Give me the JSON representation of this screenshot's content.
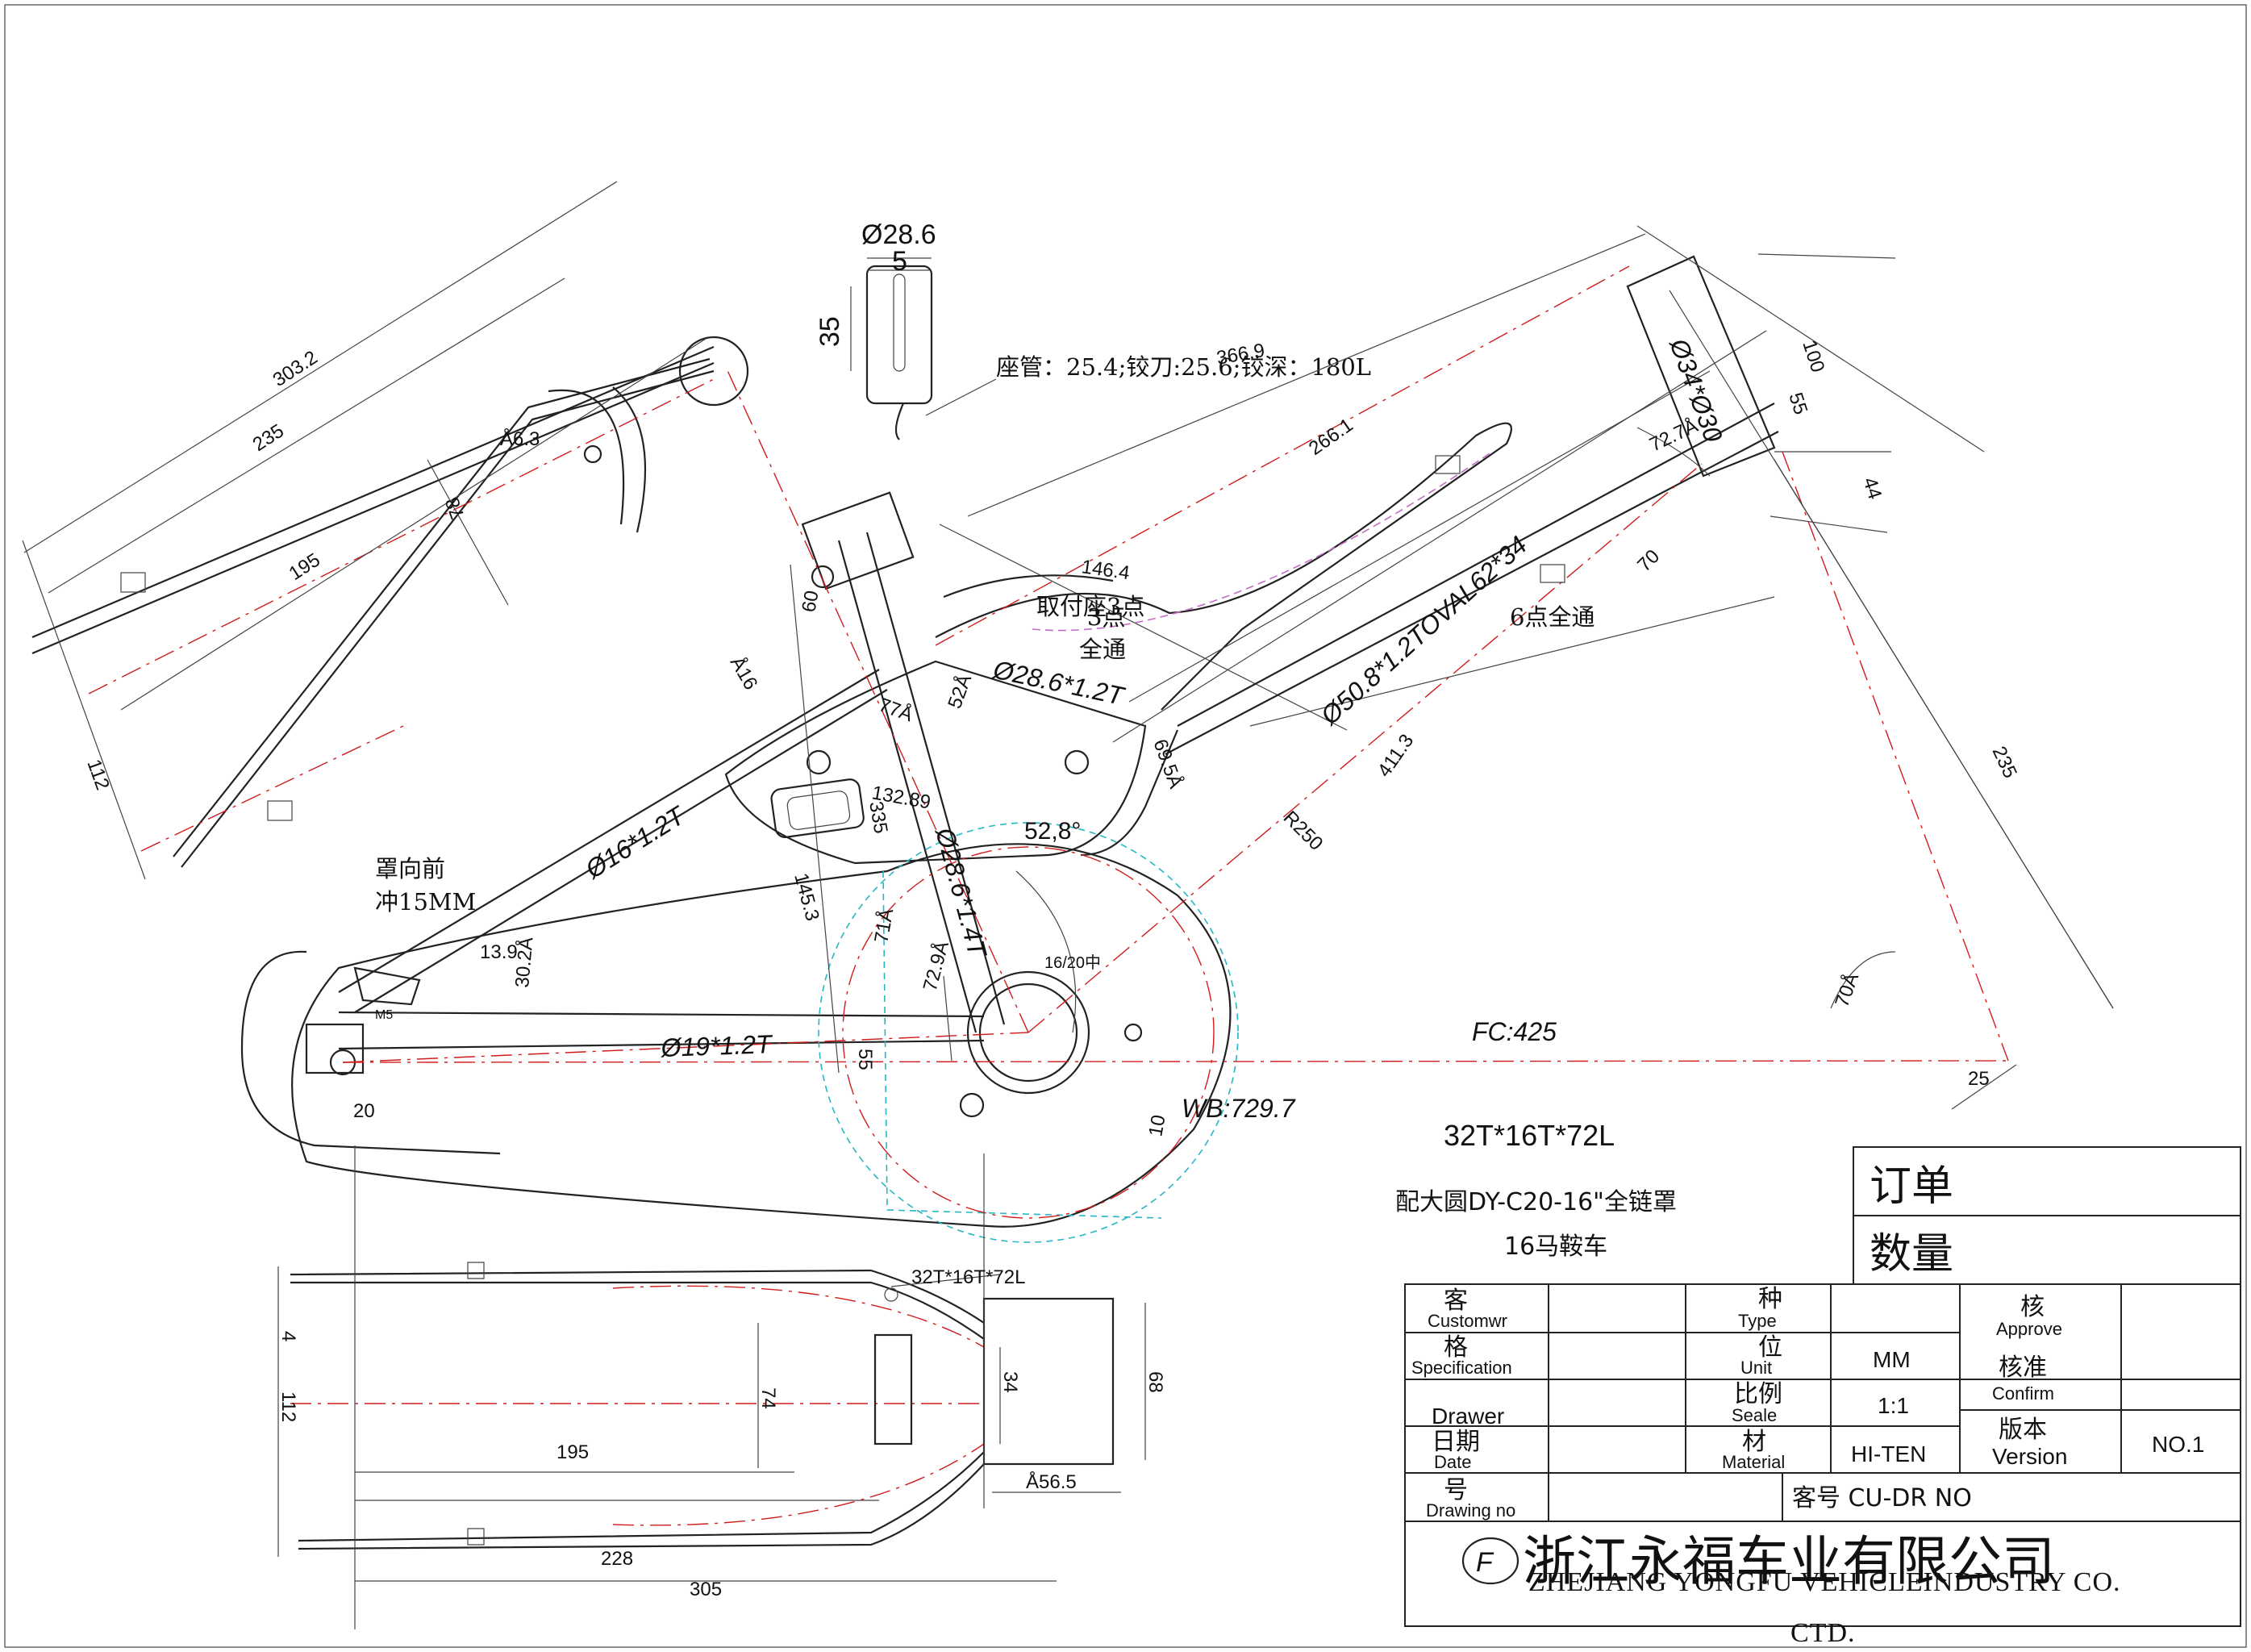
{
  "seat_tube_detail": {
    "diameter": "Ø28.6",
    "width": "5",
    "height": "35",
    "note": "座管：25.4;铰刀:25.6;铰深：180L",
    "angle": "366.9"
  },
  "side_dims": {
    "d303": "303.2",
    "d235a": "235",
    "d195a": "195",
    "d78": "78",
    "r63": "Å6.3",
    "d112a": "112",
    "d146": "146.4",
    "d60": "60",
    "d266": "266.1",
    "d100": "100",
    "d55": "55",
    "d44": "44",
    "d70": "70",
    "d411": "411.3",
    "d235b": "235",
    "d25": "25",
    "d10": "10",
    "a727": "72.7Å",
    "a16": "Å16",
    "a77": "77Å",
    "a52": "52Å",
    "a695": "69.5Å",
    "a71": "71Å",
    "a729": "72.9Å",
    "a70": "70Å",
    "a302": "30.2Å",
    "a528": "52,8°",
    "d139": "13.9",
    "d20": "20",
    "d55b": "55",
    "d1453": "145.3",
    "d13289": "132.89",
    "d335": "335",
    "r250": "R250",
    "m5": "M5",
    "cog": "16/20中"
  },
  "tubes": {
    "head": "Ø34*Ø30",
    "down": "Ø50.8*1.2TOVAL62*34",
    "top": "Ø28.6*1.2T",
    "seat": "Ø28.6*1.4T",
    "seatstay": "Ø16*1.2T",
    "chainstay": "Ø19*1.2T",
    "fc": "FC:425",
    "wb": "WB:729.7"
  },
  "notes": {
    "holes6": "6点全通",
    "holes3a": "3点",
    "holes3b": "全通",
    "bracket": "取付座3点",
    "punch1": "罩向前",
    "punch2": "冲15MM",
    "gear": "32T*16T*72L",
    "model1": "配大圆DY-C20-16\"全链罩",
    "model2": "16马鞍车"
  },
  "top_view": {
    "gear": "32T*16T*72L",
    "d4": "4",
    "d112": "112",
    "d74": "74",
    "d34": "34",
    "d68": "68",
    "d195": "195",
    "d228": "228",
    "d305": "305",
    "a565": "Å56.5"
  },
  "order_box": {
    "order": "订单",
    "qty": "数量"
  },
  "title_block": {
    "customer_cn": "客",
    "customer_en": "Customwr",
    "spec_cn": "格",
    "spec_en": "Specification",
    "drawer_cn": "",
    "drawer_en": "Drawer",
    "date_cn": "日期",
    "date_en": "Date",
    "drawing_cn": "号",
    "drawing_en": "Drawing no",
    "type_cn": "种",
    "type_en": "Type",
    "unit_cn": "位",
    "unit_en": "Unit",
    "scale_cn": "比例",
    "scale_en": "Seale",
    "material_cn": "材",
    "material_en": "Material",
    "unit_val": "MM",
    "scale_val": "1:1",
    "material_val": "HI-TEN",
    "approve_cn": "核",
    "approve_en": "Approve",
    "confirm_cn": "核准",
    "confirm_en": "Confirm",
    "version_cn": "版本",
    "version_en": "Version",
    "version_val": "NO.1",
    "cust_no": "客号 CU-DR NO",
    "company_cn": "浙江永福车业有限公司",
    "company_en": "ZHEJIANG YONGFU VEHICLEINDUSTRY CO.",
    "company_en2": "CTD."
  }
}
